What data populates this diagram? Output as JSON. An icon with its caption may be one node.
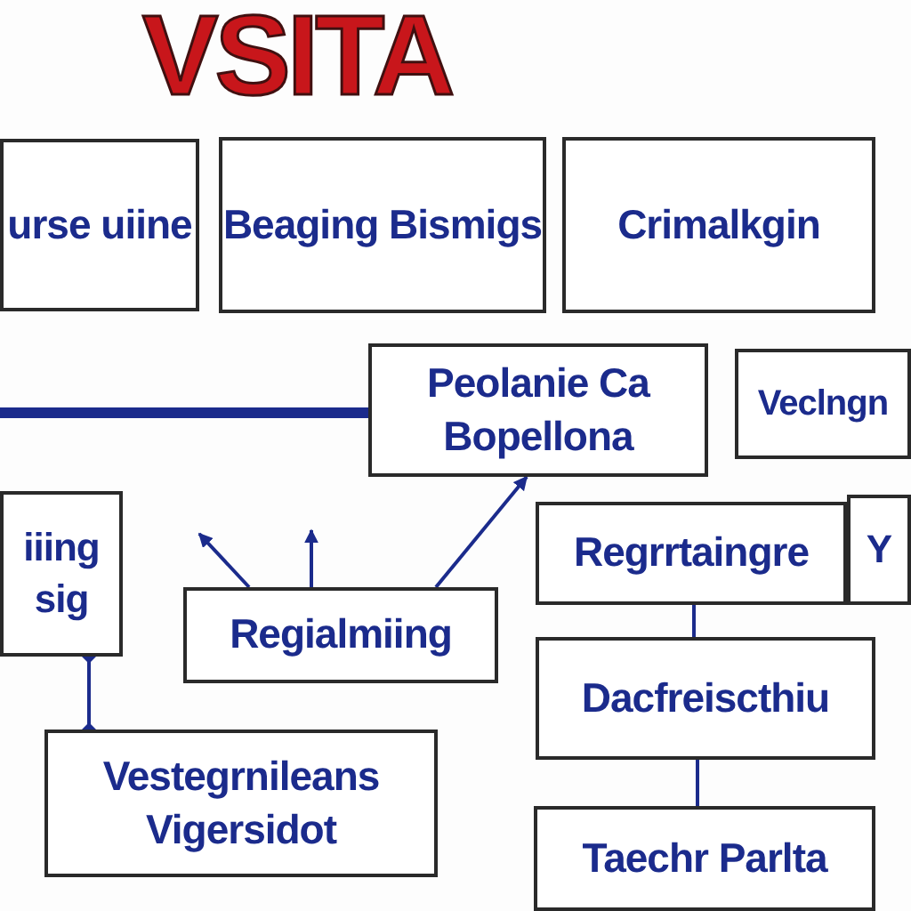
{
  "diagram": {
    "title": "VSITA",
    "nodes": [
      {
        "text": [
          "urse uiine"
        ]
      },
      {
        "text": [
          "Beaging Bismigs"
        ]
      },
      {
        "text": [
          "Crimalkgin"
        ]
      },
      {
        "text": [
          "Peolanie Ca Bopellona"
        ]
      },
      {
        "text": [
          "Veclngn"
        ]
      },
      {
        "text": [
          "iiing sig"
        ]
      },
      {
        "text": [
          "Regialmiing"
        ]
      },
      {
        "text": [
          "Regrrtaingre"
        ]
      },
      {
        "text": [
          "Y"
        ]
      },
      {
        "text": [
          "Vestegrnileans Vigersidot"
        ]
      },
      {
        "text": [
          "Dacfreiscthiu"
        ]
      },
      {
        "text": [
          "Taechr Parlta"
        ]
      }
    ],
    "edges": [
      {
        "from": null,
        "to": 3,
        "arrow": "none",
        "style": "thick"
      },
      {
        "from": 6,
        "to": null,
        "arrow": "to"
      },
      {
        "from": 6,
        "to": null,
        "arrow": "to"
      },
      {
        "from": 6,
        "to": 3,
        "arrow": "to"
      },
      {
        "from": 5,
        "to": 9,
        "arrow": "other"
      },
      {
        "from": 7,
        "to": 10,
        "arrow": "none"
      },
      {
        "from": 10,
        "to": 11,
        "arrow": "none"
      }
    ]
  }
}
